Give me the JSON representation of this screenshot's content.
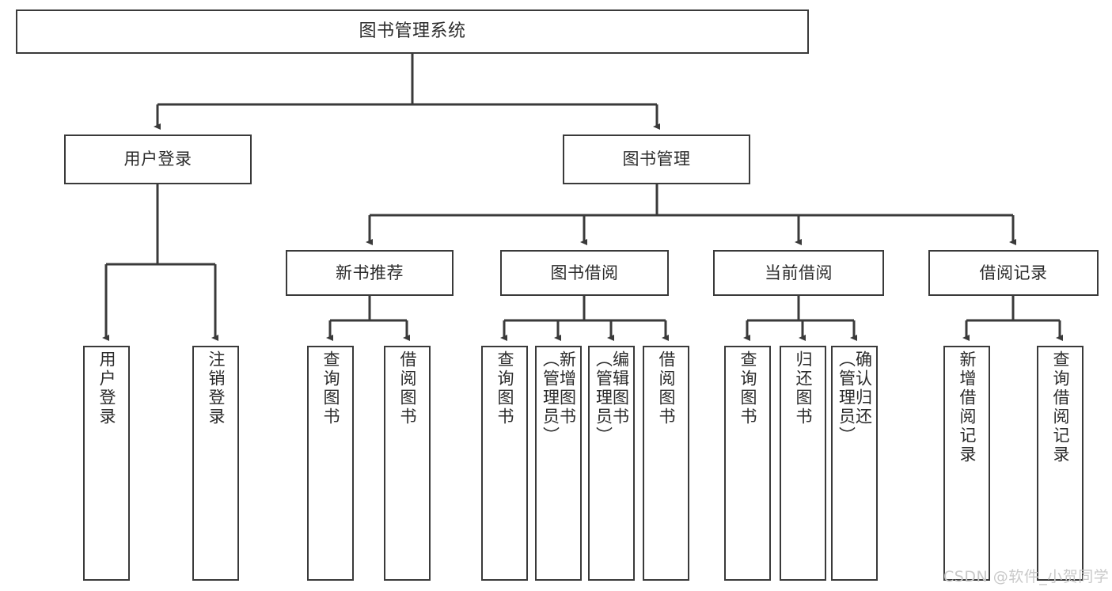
{
  "diagram": {
    "title": "图书管理系统",
    "type": "tree",
    "colors": {
      "node_border": "#3a3a3a",
      "node_fill": "#ffffff",
      "edge": "#3a3a3a",
      "text": "#2b2b2b",
      "watermark": "#c9c9c9",
      "background": "#ffffff"
    },
    "nodes": {
      "root": {
        "label": "图书管理系统"
      },
      "level1": [
        {
          "id": "user-login",
          "label": "用户登录"
        },
        {
          "id": "book-manage",
          "label": "图书管理"
        }
      ],
      "level2": [
        {
          "id": "new-book-recommend",
          "label": "新书推荐"
        },
        {
          "id": "book-borrow",
          "label": "图书借阅"
        },
        {
          "id": "current-borrow",
          "label": "当前借阅"
        },
        {
          "id": "borrow-record",
          "label": "借阅记录"
        }
      ],
      "leaves": {
        "user-login": [
          {
            "id": "leaf-user-login",
            "label": "用户登录"
          },
          {
            "id": "leaf-logout",
            "label": "注销登录"
          }
        ],
        "new-book-recommend": [
          {
            "id": "leaf-query-book-1",
            "label": "查询图书"
          },
          {
            "id": "leaf-borrow-book-1",
            "label": "借阅图书"
          }
        ],
        "book-borrow": [
          {
            "id": "leaf-query-book-2",
            "label": "查询图书"
          },
          {
            "id": "leaf-add-book",
            "label": "新增图书\n（管理员）"
          },
          {
            "id": "leaf-edit-book",
            "label": "编辑图书\n（管理员）"
          },
          {
            "id": "leaf-borrow-book-2",
            "label": "借阅图书"
          }
        ],
        "current-borrow": [
          {
            "id": "leaf-query-book-3",
            "label": "查询图书"
          },
          {
            "id": "leaf-return-book",
            "label": "归还图书"
          },
          {
            "id": "leaf-confirm-return",
            "label": "确认归还\n（管理员）"
          }
        ],
        "borrow-record": [
          {
            "id": "leaf-add-record",
            "label": "新增借阅记录"
          },
          {
            "id": "leaf-query-record",
            "label": "查询借阅记录"
          }
        ]
      }
    },
    "watermark": "CSDN @软件_小贺同学"
  }
}
